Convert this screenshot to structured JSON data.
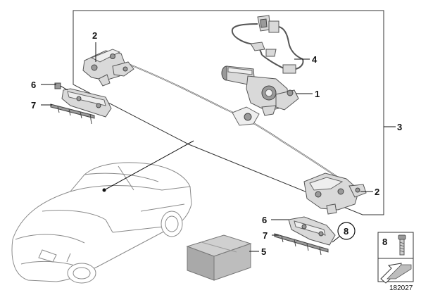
{
  "callouts": {
    "c1": "1",
    "c2_top": "2",
    "c2_right": "2",
    "c3": "3",
    "c4": "4",
    "c5": "5",
    "c6_left": "6",
    "c6_right": "6",
    "c7_left": "7",
    "c7_right": "7",
    "c8_circle": "8"
  },
  "legend_box": {
    "number": "8"
  },
  "reference_number": "182027",
  "colors": {
    "line": "#111111",
    "part_fill": "#d9d9d9",
    "part_dark": "#9a9a9a",
    "box_fill": "#bdbdbd",
    "car_outline": "#8a8a8a"
  },
  "icons": [
    "screw-icon",
    "arrow-icon"
  ]
}
